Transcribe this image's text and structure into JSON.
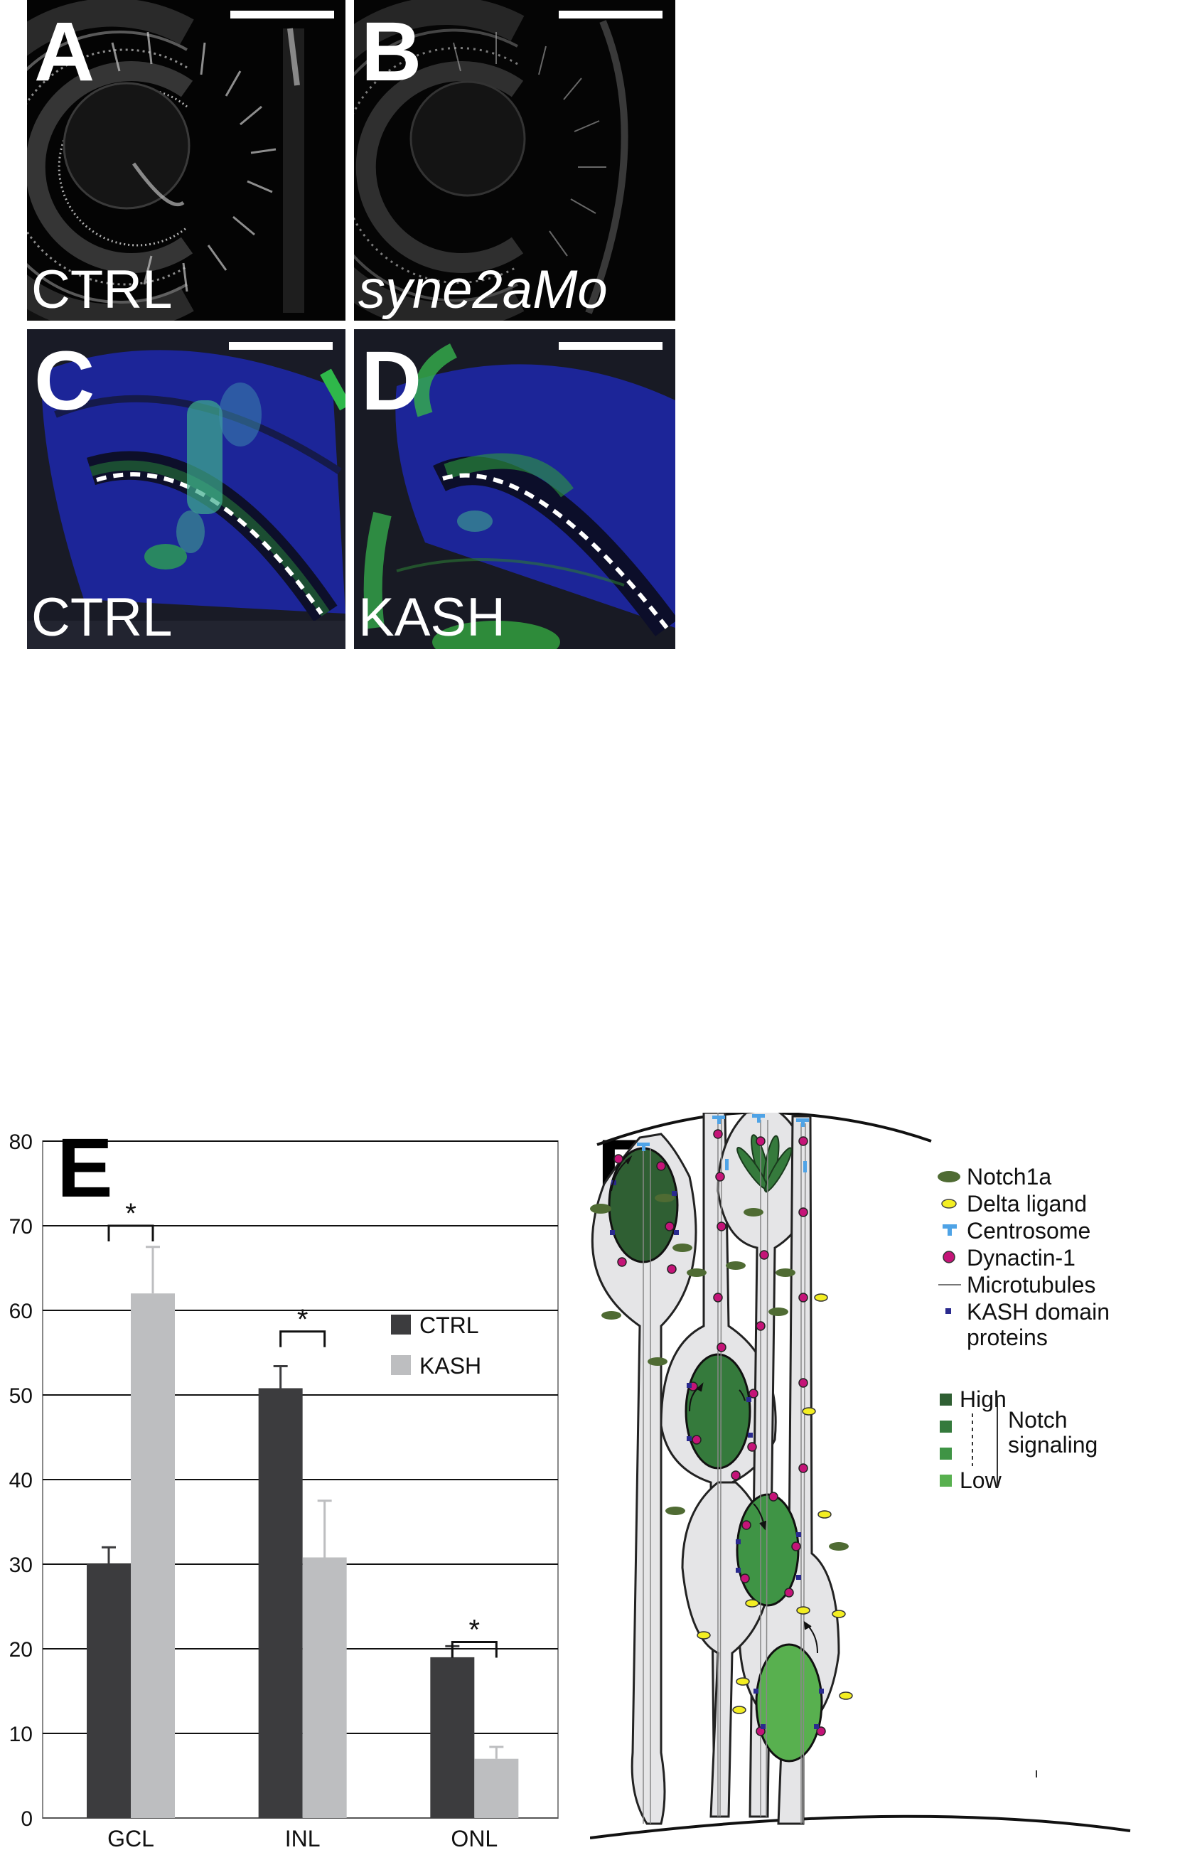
{
  "panels": {
    "a": {
      "letter": "A",
      "condition": "CTRL"
    },
    "b": {
      "letter": "B",
      "condition": "syne2aMo"
    },
    "c": {
      "letter": "C",
      "condition": "CTRL"
    },
    "d": {
      "letter": "D",
      "condition": "KASH"
    }
  },
  "chart_data": {
    "type": "bar",
    "panel_letter": "E",
    "categories": [
      "GCL",
      "INL",
      "ONL"
    ],
    "series": [
      {
        "name": "CTRL",
        "values": [
          30,
          50.8,
          19
        ],
        "errors": [
          2,
          2.6,
          1.3
        ],
        "color": "#3c3c3e"
      },
      {
        "name": "KASH",
        "values": [
          62,
          30.8,
          7
        ],
        "errors": [
          5.5,
          6.7,
          1.4
        ],
        "color": "#bdbec0"
      }
    ],
    "ylim": [
      0,
      80
    ],
    "yticks": [
      0,
      10,
      20,
      30,
      40,
      50,
      60,
      70,
      80
    ],
    "grid": true,
    "legend_position": "right",
    "significance_marker": "*",
    "title": "",
    "xlabel": "",
    "ylabel": ""
  },
  "diagram": {
    "letter": "F",
    "legend": [
      {
        "label": "Notch1a",
        "icon": "notch-ellipse",
        "color": "#4f6b33"
      },
      {
        "label": "Delta ligand",
        "icon": "delta-ellipse",
        "color": "#f3ee22"
      },
      {
        "label": "Centrosome",
        "icon": "centrosome-t",
        "color": "#4fa3e6"
      },
      {
        "label": "Dynactin-1",
        "icon": "dynactin-dot",
        "color": "#c41478"
      },
      {
        "label": "Microtubules",
        "icon": "microtubule-line",
        "color": "#777777"
      },
      {
        "label": "KASH domain",
        "label2": "proteins",
        "icon": "kash-square",
        "color": "#2a2a8e"
      }
    ],
    "gradient": {
      "high": "High",
      "low": "Low",
      "title1": "Notch",
      "title2": "signaling",
      "colors": [
        "#2f5f33",
        "#357a3c",
        "#3f9445",
        "#58b04f"
      ]
    }
  }
}
